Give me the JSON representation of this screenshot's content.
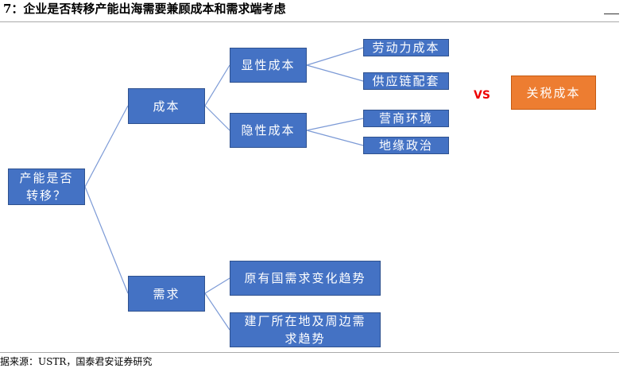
{
  "title": "7：企业是否转移产能出海需要兼顾成本和需求端考虑",
  "nodes": {
    "root": "产能是否转移？",
    "cost": "成本",
    "demand": "需求",
    "explicit": "显性成本",
    "implicit": "隐性成本",
    "labor": "劳动力成本",
    "supply": "供应链配套",
    "business": "营商环境",
    "geo": "地缘政治",
    "origin_demand": "原有国需求变化趋势",
    "local_demand": "建厂所在地及周边需求趋势",
    "tariff": "关税成本"
  },
  "vs": "VS",
  "source": "据来源：USTR，国泰君安证券研究",
  "colors": {
    "box": "#4472C4",
    "tariff": "#ED7D31",
    "vs": "#EE0000"
  }
}
